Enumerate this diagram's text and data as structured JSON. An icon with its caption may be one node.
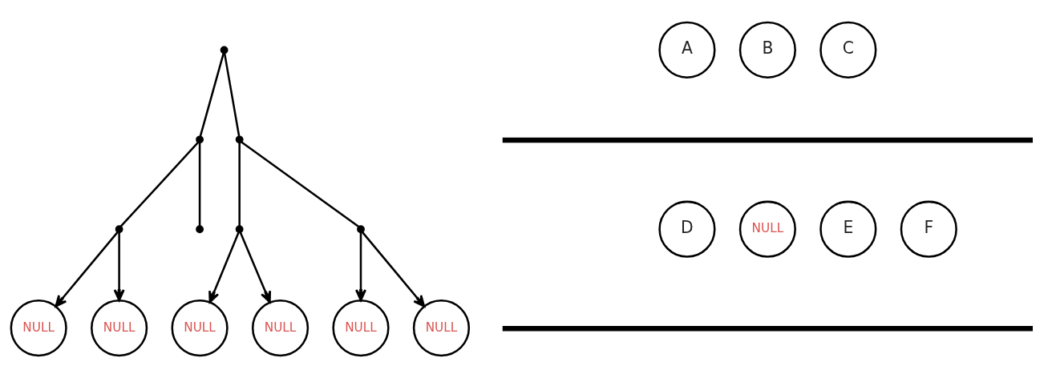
{
  "diagram": {
    "nodes": [
      {
        "text": [],
        "shape": "point"
      },
      {
        "text": [],
        "shape": "point"
      },
      {
        "text": [],
        "shape": "point"
      },
      {
        "text": [],
        "shape": "point"
      },
      {
        "text": [],
        "shape": "point"
      },
      {
        "text": [],
        "shape": "point"
      },
      {
        "text": [],
        "shape": "point"
      },
      {
        "text": [
          "NULL"
        ]
      },
      {
        "text": [
          "NULL"
        ]
      },
      {
        "text": [
          "NULL"
        ]
      },
      {
        "text": [
          "NULL"
        ]
      },
      {
        "text": [
          "NULL"
        ]
      },
      {
        "text": [
          "NULL"
        ]
      },
      {
        "text": [
          "A"
        ]
      },
      {
        "text": [
          "B"
        ]
      },
      {
        "text": [
          "C"
        ]
      },
      {
        "text": [
          "D"
        ]
      },
      {
        "text": [
          "NULL"
        ]
      },
      {
        "text": [
          "E"
        ]
      },
      {
        "text": [
          "F"
        ]
      }
    ],
    "edges": [
      {
        "from": 0,
        "to": 1,
        "arrow": "none"
      },
      {
        "from": 0,
        "to": 2,
        "arrow": "none"
      },
      {
        "from": 1,
        "to": 3,
        "arrow": "none"
      },
      {
        "from": 1,
        "to": 4,
        "arrow": "none"
      },
      {
        "from": 2,
        "to": 5,
        "arrow": "none"
      },
      {
        "from": 2,
        "to": 6,
        "arrow": "none"
      },
      {
        "from": 3,
        "to": 7,
        "arrow": "to"
      },
      {
        "from": 3,
        "to": 8,
        "arrow": "to"
      },
      {
        "from": 5,
        "to": 9,
        "arrow": "to"
      },
      {
        "from": 5,
        "to": 10,
        "arrow": "to"
      },
      {
        "from": 6,
        "to": 11,
        "arrow": "to"
      },
      {
        "from": 6,
        "to": 12,
        "arrow": "to"
      }
    ]
  }
}
